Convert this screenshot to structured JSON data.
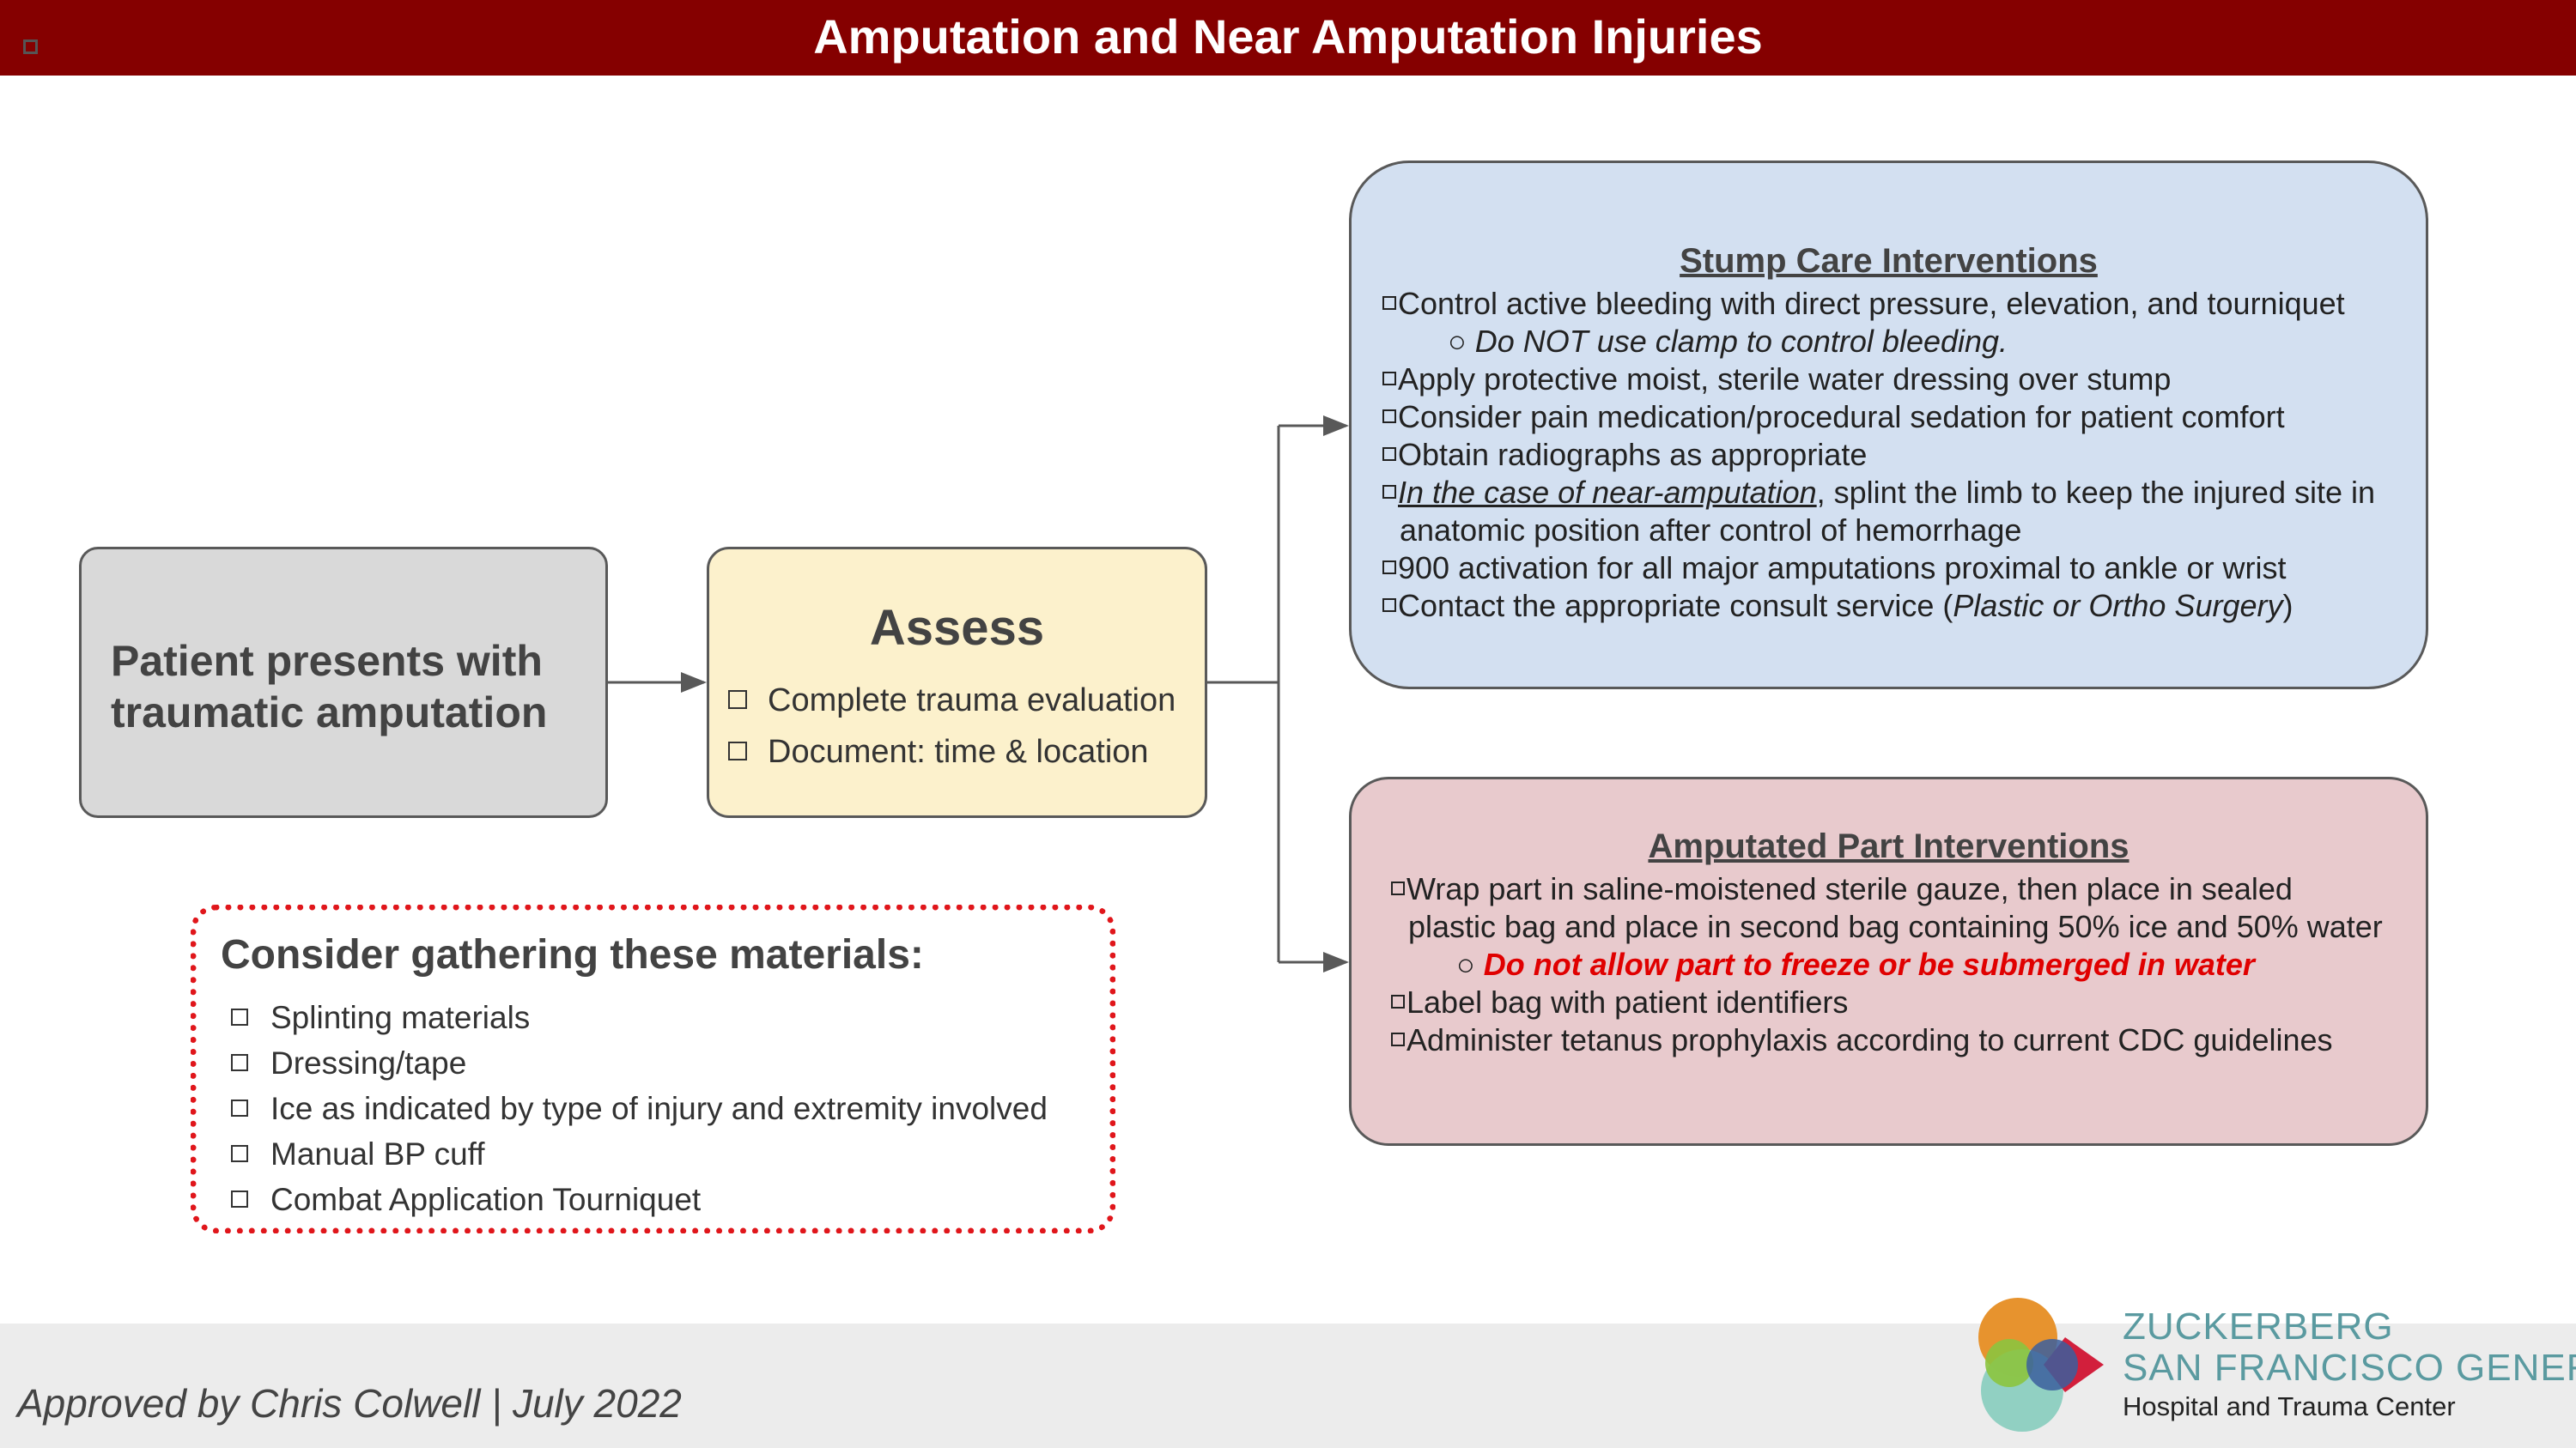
{
  "header": {
    "title": "Amputation and Near Amputation Injuries"
  },
  "patient": {
    "text_line1": "Patient presents with",
    "text_line2": "traumatic amputation"
  },
  "assess": {
    "title": "Assess",
    "items": [
      "Complete trauma evaluation",
      "Document: time & location"
    ]
  },
  "stump": {
    "title": "Stump Care Interventions",
    "l1": "Control active bleeding with direct pressure, elevation, and tourniquet",
    "l1sub": "Do NOT use clamp to control bleeding.",
    "l2": "Apply protective moist, sterile water dressing over stump",
    "l3": "Consider pain medication/procedural sedation for patient comfort",
    "l4": "Obtain radiographs as appropriate",
    "l5a": "In the case of near-amputation",
    "l5b": ", splint the limb to keep the injured site in",
    "l5c": "anatomic position after control of hemorrhage",
    "l6": "900 activation for all major amputations proximal to ankle or wrist",
    "l7a": "Contact the appropriate consult service (",
    "l7b": "Plastic or Ortho Surgery",
    "l7c": ")"
  },
  "amputated": {
    "title": "Amputated Part Interventions",
    "l1a": "Wrap part in saline-moistened sterile gauze, then place in sealed",
    "l1b": "plastic bag and place in second bag containing 50% ice and 50% water",
    "l1sub": "Do not allow part to freeze or be submerged in water",
    "l2": "Label bag with patient identifiers",
    "l3": "Administer tetanus prophylaxis according to current CDC guidelines"
  },
  "materials": {
    "title": "Consider gathering these materials:",
    "items": [
      "Splinting materials",
      "Dressing/tape",
      "Ice as indicated by type of injury and extremity involved",
      "Manual BP cuff",
      "Combat Application Tourniquet"
    ]
  },
  "footer": {
    "approved": "Approved by Chris Colwell  |  July 2022",
    "logo_line1": "ZUCKERBERG",
    "logo_line2": "SAN FRANCISCO GENERAL",
    "logo_line3": "Hospital and Trauma Center"
  }
}
